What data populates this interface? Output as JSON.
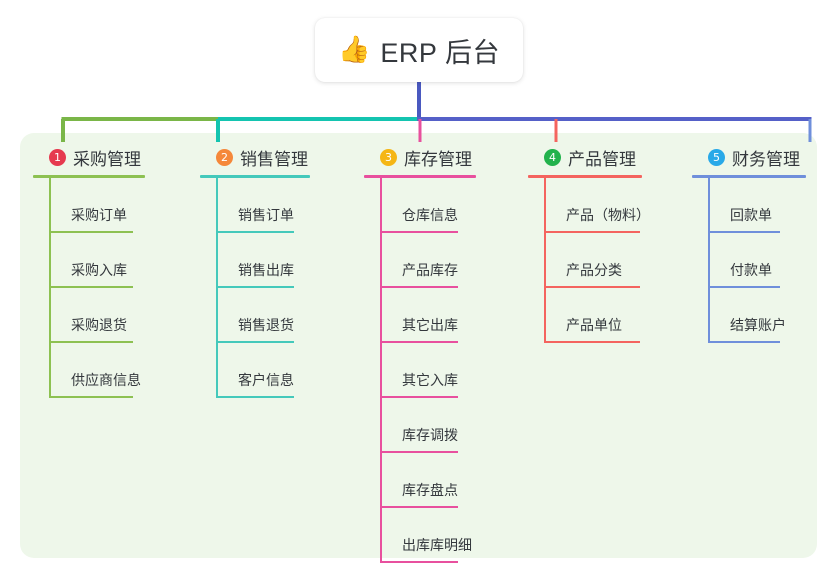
{
  "root": {
    "icon": "thumbs-up-emoji",
    "emoji": "👍",
    "title": "ERP 后台"
  },
  "palette": {
    "panel_bg": "#eef7ea",
    "page_bg": "#ffffff",
    "text": "#34383d",
    "trunk": "#4a59c0",
    "branch_green": "#7ab648",
    "branch_teal": "#14c4b0",
    "branch_blue": "#5560c8"
  },
  "columns": [
    {
      "index": "1",
      "title": "采购管理",
      "badge_color": "#e63a4f",
      "line_color": "#8dc152",
      "items": [
        {
          "label": "采购订单"
        },
        {
          "label": "采购入库"
        },
        {
          "label": "采购退货"
        },
        {
          "label": "供应商信息"
        }
      ]
    },
    {
      "index": "2",
      "title": "销售管理",
      "badge_color": "#f5883a",
      "line_color": "#44c9bb",
      "items": [
        {
          "label": "销售订单"
        },
        {
          "label": "销售出库"
        },
        {
          "label": "销售退货"
        },
        {
          "label": "客户信息"
        }
      ]
    },
    {
      "index": "3",
      "title": "库存管理",
      "badge_color": "#f5b615",
      "line_color": "#e8509e",
      "items": [
        {
          "label": "仓库信息"
        },
        {
          "label": "产品库存"
        },
        {
          "label": "其它出库"
        },
        {
          "label": "其它入库"
        },
        {
          "label": "库存调拨"
        },
        {
          "label": "库存盘点"
        },
        {
          "label": "出库库明细"
        }
      ]
    },
    {
      "index": "4",
      "title": "产品管理",
      "badge_color": "#22b24c",
      "line_color": "#f4645f",
      "items": [
        {
          "label": "产品（物料）"
        },
        {
          "label": "产品分类"
        },
        {
          "label": "产品单位"
        }
      ]
    },
    {
      "index": "5",
      "title": "财务管理",
      "badge_color": "#29a9e8",
      "line_color": "#6f8fdb",
      "items": [
        {
          "label": "回款单"
        },
        {
          "label": "付款单"
        },
        {
          "label": "结算账户"
        }
      ]
    }
  ]
}
